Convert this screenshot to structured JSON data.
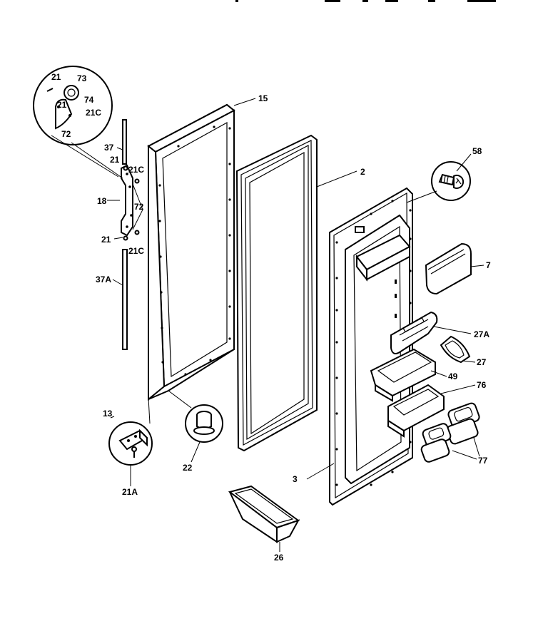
{
  "labels": {
    "l15": "15",
    "l2": "2",
    "l58": "58",
    "l7": "7",
    "l27a": "27A",
    "l27": "27",
    "l49": "49",
    "l76": "76",
    "l77": "77",
    "l3": "3",
    "l26": "26",
    "l22": "22",
    "l13": "13",
    "l21a": "21A",
    "l37": "37",
    "l37a": "37A",
    "l18": "18",
    "l21_top": "21",
    "l21c_top": "21C",
    "l72_mid": "72",
    "l21_bot": "21",
    "l21c_bot": "21C",
    "c21": "21",
    "c73": "73",
    "c74": "74",
    "c21b": "21",
    "c21c": "21C",
    "c72": "72"
  }
}
